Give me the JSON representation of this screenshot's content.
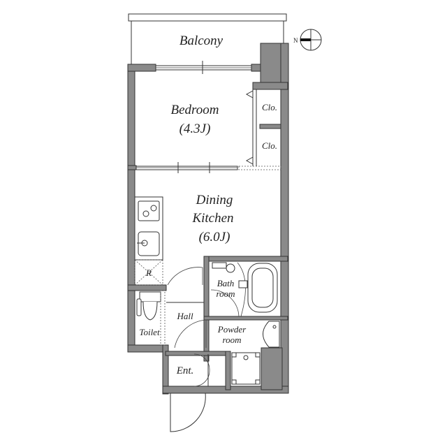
{
  "rooms": {
    "balcony": {
      "label": "Balcony"
    },
    "bedroom": {
      "label": "Bedroom",
      "size": "(4.3J)"
    },
    "closet_upper": {
      "label": "Clo."
    },
    "closet_lower": {
      "label": "Clo."
    },
    "dining_kitchen": {
      "line1": "Dining",
      "line2": "Kitchen",
      "size": "(6.0J)"
    },
    "refrigerator": {
      "label": "R"
    },
    "bathroom": {
      "line1": "Bath",
      "line2": "room"
    },
    "toilet": {
      "label": "Toilet"
    },
    "hall": {
      "label": "Hall"
    },
    "powder_room": {
      "line1": "Powder",
      "line2": "room"
    },
    "entrance": {
      "label": "Ent."
    }
  },
  "compass": {
    "north_label": "N"
  },
  "colors": {
    "wall": "#8a8a8a",
    "line": "#333333",
    "background": "#ffffff"
  }
}
